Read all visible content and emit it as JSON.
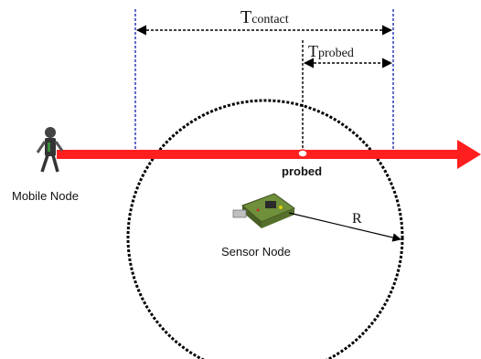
{
  "labels": {
    "t_contact_main": "T",
    "t_contact_sub": "contact",
    "t_probed_main": "T",
    "t_probed_sub": "probed",
    "probed": "probed",
    "radius": "R",
    "mobile_node": "Mobile Node",
    "sensor_node": "Sensor Node"
  },
  "colors": {
    "trajectory_arrow": "#ff1f1f",
    "boundary_lines": "#1f2fb0",
    "range_circle": "#000000",
    "text": "#111111",
    "sensor_board": "#6f8f3a"
  },
  "icons": {
    "mobile_node": "person-icon",
    "sensor_node": "sensor-board-icon"
  }
}
